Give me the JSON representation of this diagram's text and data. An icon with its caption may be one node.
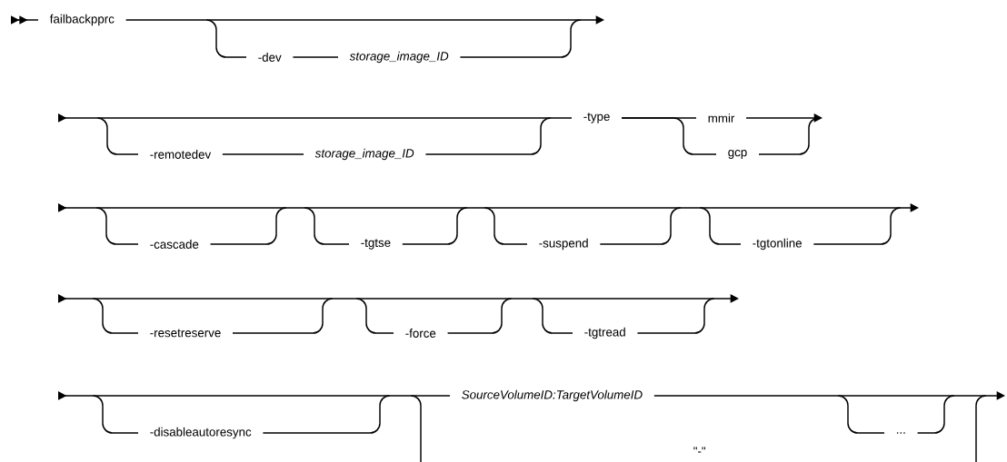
{
  "diagram": {
    "nodes": [
      {
        "text": [
          "failbackpprc"
        ]
      },
      {
        "text": [
          "-dev"
        ]
      },
      {
        "text": [
          "storage_image_ID"
        ]
      },
      {
        "text": [
          "-remotedev"
        ]
      },
      {
        "text": [
          "storage_image_ID"
        ]
      },
      {
        "text": [
          "-type"
        ]
      },
      {
        "text": [
          "mmir"
        ]
      },
      {
        "text": [
          "gcp"
        ]
      },
      {
        "text": [
          "-cascade"
        ]
      },
      {
        "text": [
          "-tgtse"
        ]
      },
      {
        "text": [
          "-suspend"
        ]
      },
      {
        "text": [
          "-tgtonline"
        ]
      },
      {
        "text": [
          "-resetreserve"
        ]
      },
      {
        "text": [
          "-force"
        ]
      },
      {
        "text": [
          "-tgtread"
        ]
      },
      {
        "text": [
          "-disableautoresync"
        ]
      },
      {
        "text": [
          "SourceVolumeID:TargetVolumeID"
        ]
      },
      {
        "text": [
          "\"-\""
        ]
      },
      {
        "text": [
          "..."
        ]
      }
    ],
    "edges": [
      {
        "from": null,
        "to": 0,
        "arrow": "to"
      },
      {
        "from": 0,
        "to": null,
        "arrow": "to"
      },
      {
        "from": null,
        "to": 1,
        "arrow": "none"
      },
      {
        "from": 1,
        "to": 2,
        "arrow": "none"
      },
      {
        "from": 2,
        "to": null,
        "arrow": "none"
      },
      {
        "from": null,
        "to": 5,
        "arrow": "to"
      },
      {
        "from": null,
        "to": 3,
        "arrow": "none"
      },
      {
        "from": 3,
        "to": 4,
        "arrow": "none"
      },
      {
        "from": 4,
        "to": null,
        "arrow": "none"
      },
      {
        "from": 5,
        "to": 6,
        "arrow": "none"
      },
      {
        "from": 5,
        "to": 7,
        "arrow": "none"
      },
      {
        "from": 6,
        "to": null,
        "arrow": "to"
      },
      {
        "from": 7,
        "to": null,
        "arrow": "none"
      },
      {
        "from": null,
        "to": 8,
        "arrow": "none"
      },
      {
        "from": 8,
        "to": null,
        "arrow": "none"
      },
      {
        "from": null,
        "to": 9,
        "arrow": "none"
      },
      {
        "from": 9,
        "to": null,
        "arrow": "none"
      },
      {
        "from": null,
        "to": 10,
        "arrow": "none"
      },
      {
        "from": 10,
        "to": null,
        "arrow": "none"
      },
      {
        "from": null,
        "to": 11,
        "arrow": "none"
      },
      {
        "from": 11,
        "to": null,
        "arrow": "none"
      },
      {
        "from": null,
        "to": 12,
        "arrow": "none"
      },
      {
        "from": 12,
        "to": null,
        "arrow": "none"
      },
      {
        "from": null,
        "to": 13,
        "arrow": "none"
      },
      {
        "from": 13,
        "to": null,
        "arrow": "none"
      },
      {
        "from": null,
        "to": 14,
        "arrow": "none"
      },
      {
        "from": 14,
        "to": null,
        "arrow": "none"
      },
      {
        "from": null,
        "to": 15,
        "arrow": "none"
      },
      {
        "from": 15,
        "to": null,
        "arrow": "none"
      },
      {
        "from": null,
        "to": 16,
        "arrow": "to"
      },
      {
        "from": 16,
        "to": null,
        "arrow": "to"
      },
      {
        "from": null,
        "to": 18,
        "arrow": "none"
      },
      {
        "from": 18,
        "to": null,
        "arrow": "none"
      }
    ]
  }
}
